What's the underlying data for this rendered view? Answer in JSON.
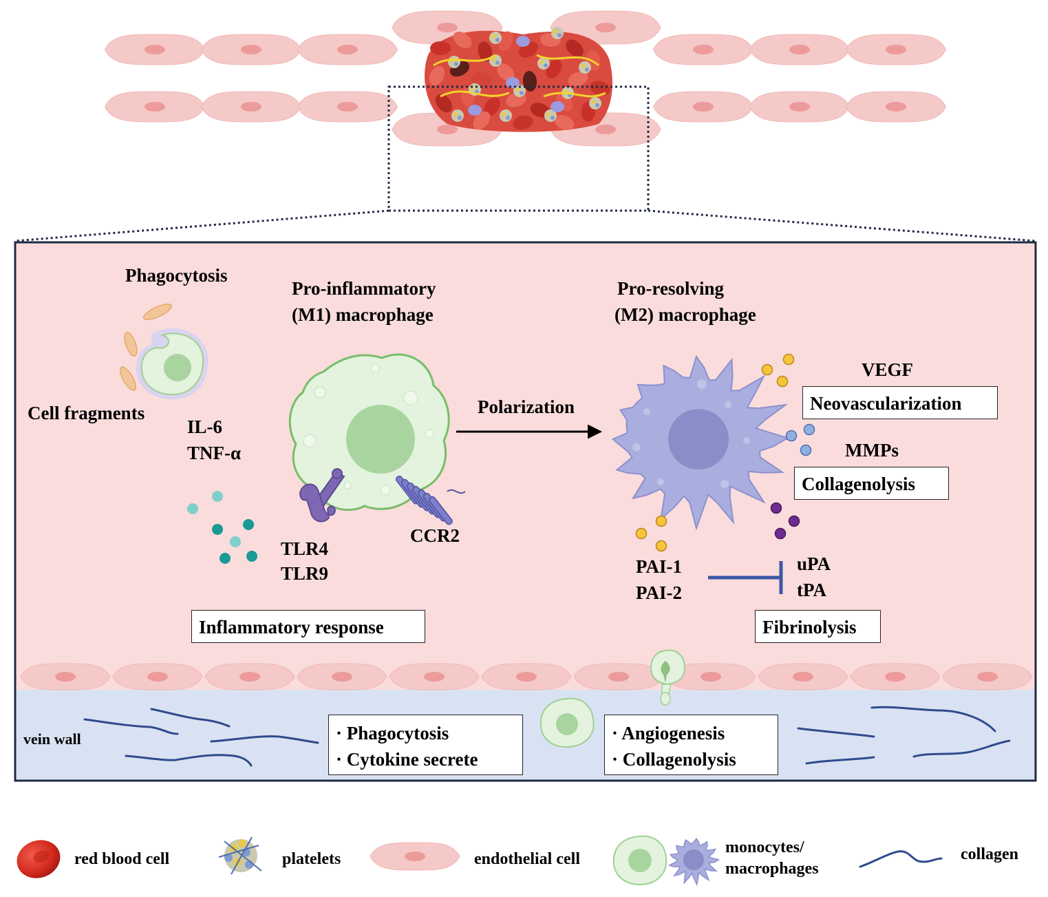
{
  "top_labels": {
    "phagocytosis": "Phagocytosis",
    "cell_fragments": "Cell fragments",
    "il6": "IL-6",
    "tnfa": "TNF-α",
    "m1_line1": "Pro-inflammatory",
    "m1_line2": "(M1) macrophage",
    "m2_line1": "Pro-resolving",
    "m2_line2": "(M2) macrophage",
    "polarization": "Polarization",
    "tlr4": "TLR4",
    "tlr9": "TLR9",
    "ccr2": "CCR2",
    "vegf": "VEGF",
    "mmps": "MMPs",
    "pai1": "PAI-1",
    "pai2": "PAI-2",
    "upa": "uPA",
    "tpa": "tPA",
    "vein_wall": "vein wall"
  },
  "boxes": {
    "neovascularization": "Neovascularization",
    "collagenolysis": "Collagenolysis",
    "inflammatory_response": "Inflammatory response",
    "fibrinolysis": "Fibrinolysis"
  },
  "wall_boxes": {
    "left": [
      "· Phagocytosis",
      "· Cytokine secrete"
    ],
    "right": [
      "· Angiogenesis",
      "· Collagenolysis"
    ]
  },
  "legend": {
    "red_blood_cell": "red blood cell",
    "platelets": "platelets",
    "endothelial_cell": "endothelial cell",
    "monocytes_line1": "monocytes/",
    "monocytes_line2": "macrophages",
    "collagen": "collagen"
  },
  "colors": {
    "lumen_bg": "#fadcdc",
    "vein_wall_bg": "#d9e2f3",
    "frame": "#1f2a44",
    "m1_cell": "#e3f3dd",
    "m1_nucleus": "#a9d49f",
    "m2_cell": "#a9aede",
    "m2_nucleus": "#8a8ec8",
    "endothelial": "#f4c9c8",
    "collagen": "#2e4a8c",
    "inhibit": "#3b57a4"
  }
}
